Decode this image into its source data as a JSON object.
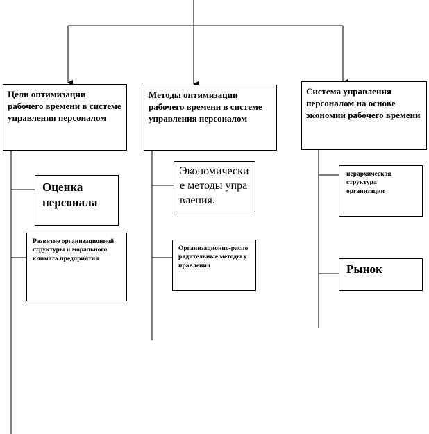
{
  "columns": [
    {
      "title": "Цели оптимизации рабочего времени в системе управления персоналом",
      "items": [
        "Оценка персонала",
        "Развитие организационной структуры и морального климата предприятия"
      ]
    },
    {
      "title": "Методы оптимизации рабочего времени в системе управления персоналом",
      "items": [
        "Экономические методы управления.",
        "Организационно-распорядительные методы управления"
      ]
    },
    {
      "title": "Система управления персоналом на основе экономии рабочего времени",
      "items": [
        "иерархическая структура организации",
        "Рынок"
      ]
    }
  ]
}
